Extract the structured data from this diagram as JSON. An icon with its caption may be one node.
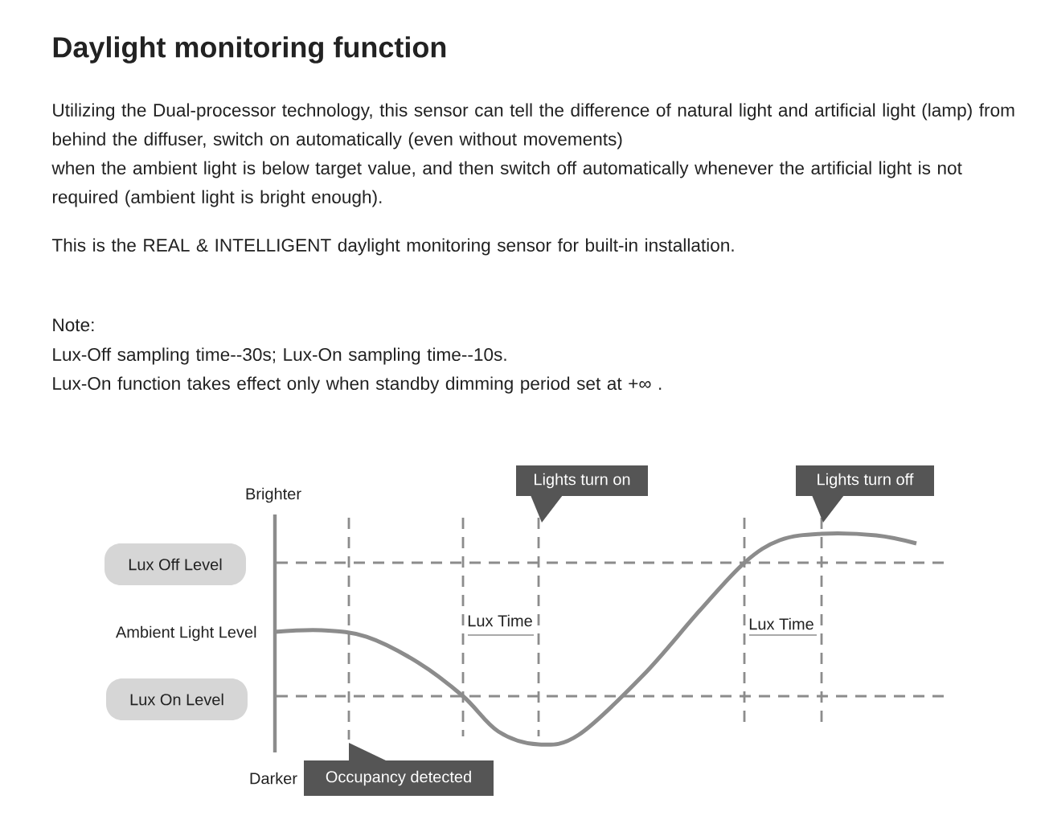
{
  "diagram": {
    "title": "Daylight monitoring function",
    "nodes": [
      {
        "text": [
          "Lights turn on"
        ]
      },
      {
        "text": [
          "Lights turn off"
        ]
      },
      {
        "text": [
          "Lux Off Level"
        ]
      },
      {
        "text": [
          "Lux On Level"
        ]
      },
      {
        "text": [
          "Occupancy detected"
        ]
      }
    ],
    "labels": [
      "Utilizing the Dual-processor technology, this sensor can tell the difference of natural light and artificial light (lamp) from behind the diffuser, switch on automatically (even without movements)",
      "when the ambient light is below target value, and then switch off automatically whenever the artificial light is not required (ambient light is bright enough).",
      "This is the REAL & INTELLIGENT daylight monitoring sensor for built-in installation.",
      "Note:",
      "Lux-Off sampling time--30s; Lux-On sampling time--10s.",
      "Lux-On function takes effect only when standby dimming period set at +∞ .",
      "Brighter",
      "Ambient Light Level",
      "Lux Time",
      "Lux Time",
      "Darker"
    ]
  }
}
